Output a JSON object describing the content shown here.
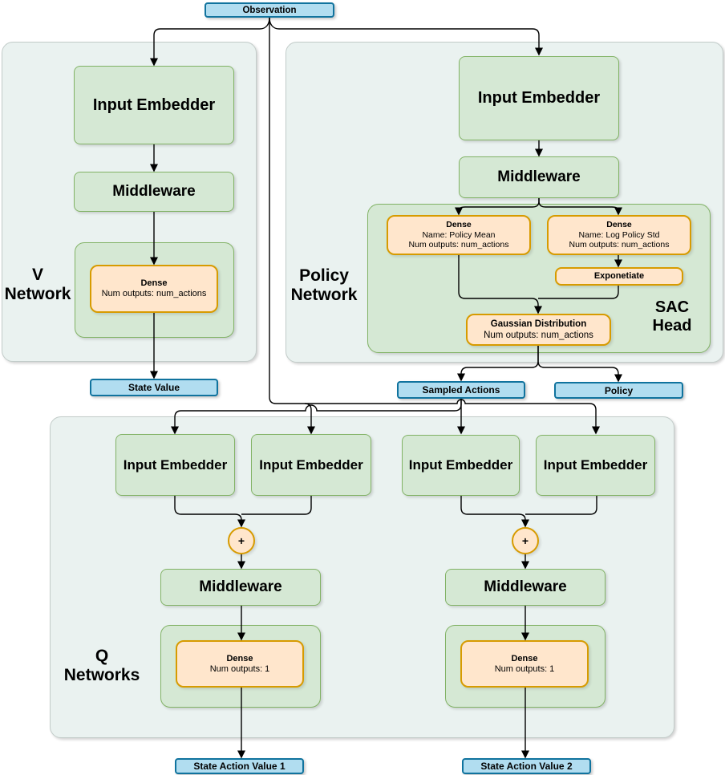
{
  "diagram": {
    "observation": "Observation",
    "v_network": {
      "label_line1": "V",
      "label_line2": "Network",
      "input_embedder": "Input Embedder",
      "middleware": "Middleware",
      "dense": {
        "title": "Dense",
        "line1": "Num outputs: num_actions"
      },
      "output": "State Value"
    },
    "policy_network": {
      "label_line1": "Policy",
      "label_line2": "Network",
      "input_embedder": "Input Embedder",
      "middleware": "Middleware",
      "sac_head": {
        "label_line1": "SAC",
        "label_line2": "Head",
        "dense_mean": {
          "title": "Dense",
          "line1": "Name: Policy Mean",
          "line2": "Num outputs: num_actions"
        },
        "dense_log_std": {
          "title": "Dense",
          "line1": "Name: Log Policy Std",
          "line2": "Num outputs: num_actions"
        },
        "exponentiate": "Exponetiate",
        "gaussian": {
          "title": "Gaussian Distribution",
          "line1": "Num outputs: num_actions"
        }
      },
      "output_sampled_actions": "Sampled Actions",
      "output_policy": "Policy"
    },
    "q_networks": {
      "label_line1": "Q",
      "label_line2": "Networks",
      "input_embedder": "Input Embedder",
      "middleware": "Middleware",
      "plus": "+",
      "dense": {
        "title": "Dense",
        "line1": "Num outputs: 1"
      },
      "output1": "State Action Value 1",
      "output2": "State Action Value 2"
    },
    "colors": {
      "green_fill": "#d5e8d4",
      "green_stroke": "#82b366",
      "orange_fill": "#ffe6cc",
      "orange_stroke": "#d79b00",
      "blue_fill": "#b1ddf0",
      "blue_stroke": "#10739e",
      "container_fill": "#eaf2f0",
      "container_stroke": "#c2ccc9",
      "edge": "#000000"
    }
  }
}
